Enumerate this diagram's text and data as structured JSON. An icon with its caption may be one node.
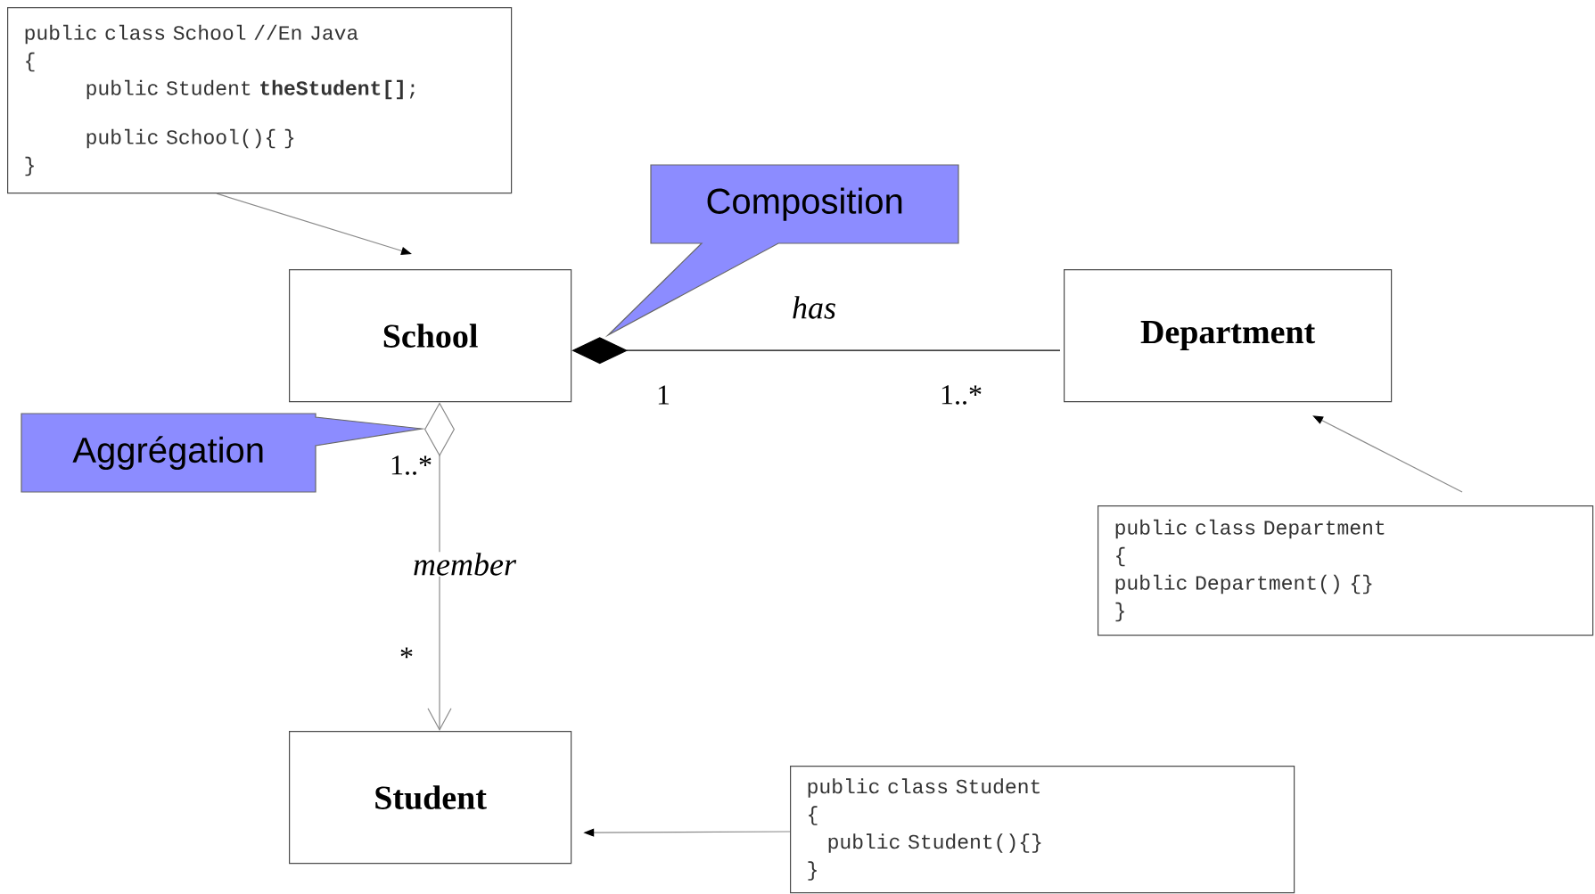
{
  "diagram": {
    "nodes": [
      {
        "text": [
          "public class School  //En Java",
          "{",
          "public Student **theStudent[]**;",
          "public School(){ }",
          "}"
        ]
      },
      {
        "text": [
          "School"
        ]
      },
      {
        "text": [
          "Composition"
        ]
      },
      {
        "text": [
          "Department"
        ]
      },
      {
        "text": [
          "Aggrégation"
        ]
      },
      {
        "text": [
          "public class Department",
          "{",
          "public Department() {}",
          "}"
        ]
      },
      {
        "text": [
          "Student"
        ]
      },
      {
        "text": [
          "public class Student",
          "{",
          "public Student(){}",
          "}"
        ]
      }
    ],
    "edges": [
      {
        "from": 0,
        "to": 1,
        "arrow": "to"
      },
      {
        "from": 1,
        "to": 3,
        "arrow": "other",
        "label": "has",
        "color": "#000000"
      },
      {
        "from": 1,
        "to": 6,
        "arrow": "to",
        "label": "member"
      },
      {
        "from": 5,
        "to": 3,
        "arrow": "to"
      },
      {
        "from": 7,
        "to": 6,
        "arrow": "to"
      }
    ],
    "labels": [
      "1",
      "1..*",
      "1..*",
      "*"
    ]
  }
}
